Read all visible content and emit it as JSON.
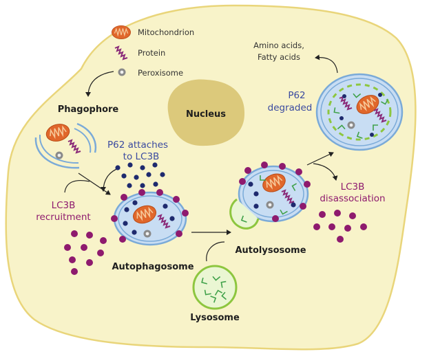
{
  "labels": {
    "nucleus": "Nucleus",
    "phagophore": "Phagophore",
    "autophagosome": "Autophagosome",
    "autolysosome": "Autolysosome",
    "lysosome": "Lysosome",
    "p62_attaches": [
      "P62 attaches",
      "to LC3B"
    ],
    "lc3b_recruitment": [
      "LC3B",
      "recruitment"
    ],
    "p62_degraded": [
      "P62",
      "degraded"
    ],
    "lc3b_disassociation": [
      "LC3B",
      "disassociation"
    ],
    "products": [
      "Amino acids,",
      "Fatty acids"
    ]
  },
  "legend": [
    {
      "label": "Mitochondrion",
      "icon": "mitochondrion-icon"
    },
    {
      "label": "Protein",
      "icon": "protein-icon"
    },
    {
      "label": "Peroxisome",
      "icon": "peroxisome-icon"
    }
  ],
  "colors": {
    "cytoplasm": "#f8f3c9",
    "cell_border": "#e9d57a",
    "nucleus": "#dcc97b",
    "vesicle_fill": "#c8ddf3",
    "membrane": "#7aaad8",
    "mitochondrion": "#e0672b",
    "protein": "#8a2a78",
    "p62": "#1e2a6e",
    "lc3b": "#8e1a6e",
    "lysosome": "#8dc63f",
    "label_blue": "#3a4aa0",
    "label_purple": "#8e1a6e"
  }
}
